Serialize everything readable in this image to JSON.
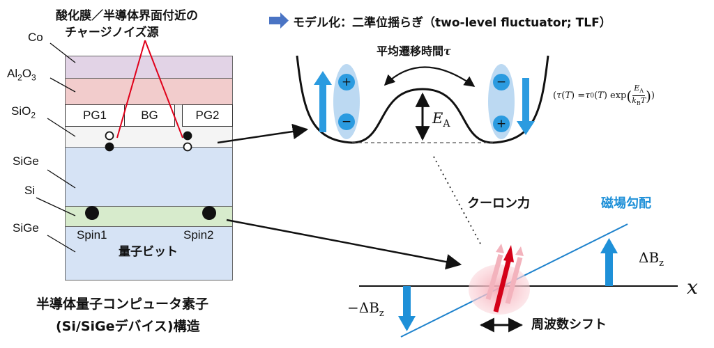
{
  "device": {
    "layers": {
      "co": "Co",
      "al2o3": "Al",
      "al2o3_sub": "2",
      "al2o3_o": "O",
      "al2o3_sub2": "3",
      "sio2": "SiO",
      "sio2_sub": "2",
      "sige_top": "SiGe",
      "si": "Si",
      "sige_bottom": "SiGe"
    },
    "gates": {
      "pg1": "PG1",
      "bg": "BG",
      "pg2": "PG2"
    },
    "spin1": "Spin1",
    "spin2": "Spin2",
    "qubit_label": "量子ビット",
    "caption_line1": "半導体量子コンピュータ素子",
    "caption_line2": "(Si/SiGeデバイス)構造"
  },
  "noise_source": {
    "line1": "酸化膜／半導体界面付近の",
    "line2": "チャージノイズ源"
  },
  "model": {
    "title": "モデル化：二準位揺らぎ（two-level fluctuator; TLF）",
    "transition_label": "平均遷移時間",
    "tau": "τ",
    "barrier": "E",
    "barrier_sub": "A",
    "formula": "(τ(T) = τ₀(T) exp(E_A / k_B T))",
    "plus": "+",
    "minus": "−"
  },
  "coupling": {
    "coulomb": "クーロン力",
    "field_gradient": "磁場勾配",
    "delta_bz_pos": "ΔB",
    "delta_bz_neg": "−ΔB",
    "delta_bz_sub": "z",
    "x_axis": "x",
    "frequency_shift": "周波数シフト"
  },
  "colors": {
    "co": "#e2d3e6",
    "al2o3": "#f2cccc",
    "sio2": "#f4f4f4",
    "sige": "#d6e3f5",
    "si": "#d7ebcc",
    "accent_blue": "#1e90d8",
    "red": "#e0001a",
    "title_arrow": "#4a74c4"
  }
}
